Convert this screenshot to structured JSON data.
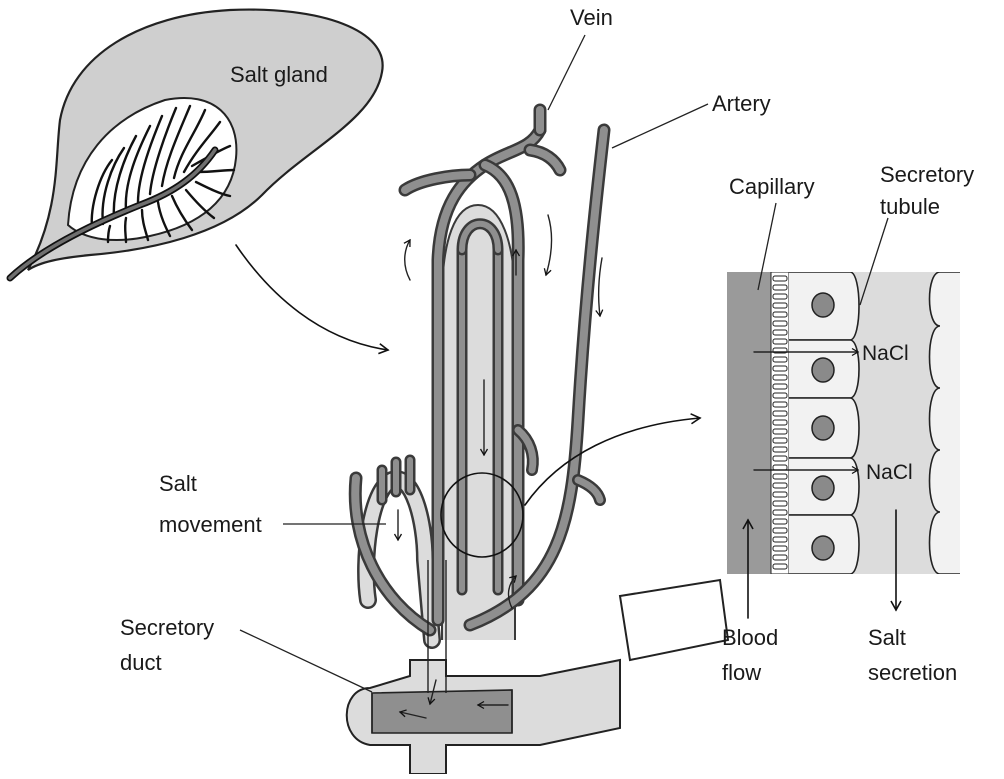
{
  "labels": {
    "salt_gland": "Salt gland",
    "vein": "Vein",
    "artery": "Artery",
    "capillary": "Capillary",
    "secretory_tubule_line1": "Secretory",
    "secretory_tubule_line2": "tubule",
    "nacl_top": "NaCl",
    "nacl_bottom": "NaCl",
    "salt_movement_line1": "Salt",
    "salt_movement_line2": "movement",
    "secretory_duct_line1": "Secretory",
    "secretory_duct_line2": "duct",
    "blood_flow_line1": "Blood",
    "blood_flow_line2": "flow",
    "salt_secretion_line1": "Salt",
    "salt_secretion_line2": "secretion"
  },
  "colors": {
    "gland_fill": "#cfcfcf",
    "tubule_fill": "#dcdcdc",
    "vessel_fill": "#8f8f8f",
    "capillary_fill": "#9a9a9a",
    "cell_fill": "#f2f2f2",
    "nucleus_fill": "#8a8a8a",
    "outline": "#222222"
  }
}
